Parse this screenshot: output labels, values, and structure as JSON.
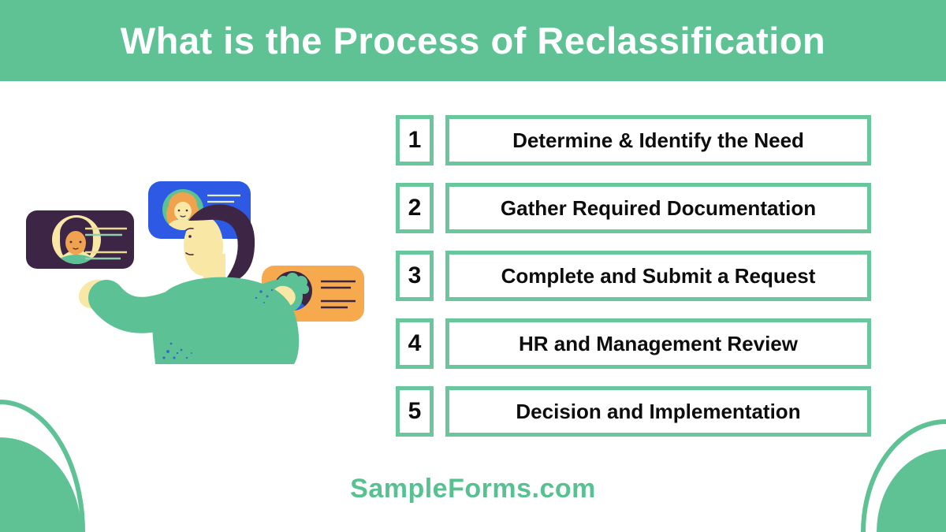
{
  "header": {
    "title": "What is the Process of Reclassification",
    "bg_color": "#5EC295",
    "text_color": "#FFFFFF"
  },
  "steps": [
    {
      "number": "1",
      "label": "Determine & Identify the Need"
    },
    {
      "number": "2",
      "label": "Gather Required Documentation"
    },
    {
      "number": "3",
      "label": "Complete and Submit a Request"
    },
    {
      "number": "4",
      "label": "HR and Management Review"
    },
    {
      "number": "5",
      "label": "Decision and Implementation"
    }
  ],
  "footer": {
    "brand": "SampleForms.com",
    "color": "#57C192"
  },
  "colors": {
    "accent_green": "#5EC295",
    "box_border_green": "#6AC79D",
    "step_text": "#0D0D0D",
    "illustration_purple": "#3D2645",
    "illustration_blue": "#2E59E5",
    "illustration_orange": "#F7A94E",
    "illustration_cream": "#F9E7A5",
    "illustration_green": "#5CC296"
  },
  "icons": {
    "illustration": "person-reviewing-id-cards-illustration",
    "corner_left": "quarter-circle-decoration",
    "corner_right": "quarter-circle-decoration"
  }
}
